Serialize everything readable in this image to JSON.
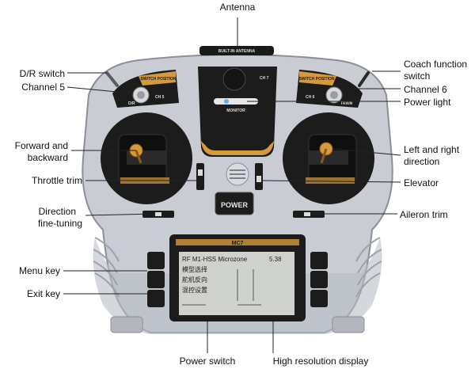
{
  "colors": {
    "body": "#c9ccd2",
    "body_dark": "#8b8f96",
    "panel": "#1c1c1c",
    "accent": "#d79a3a",
    "screen": "#cfd2cc",
    "leader": "#222222",
    "power_light": "#56b4ff"
  },
  "labels": {
    "antenna": "Antenna",
    "dr_switch": "D/R switch",
    "channel5": "Channel 5",
    "coach_line1": "Coach function",
    "coach_line2": "switch",
    "channel6": "Channel 6",
    "power_light": "Power light",
    "forward_line1": "Forward and",
    "forward_line2": "backward",
    "left_right_line1": "Left and right",
    "left_right_line2": "direction",
    "throttle_trim": "Throttle trim",
    "elevator": "Elevator",
    "direction_line1": "Direction",
    "direction_line2": "fine-tuning",
    "aileron_trim": "Aileron trim",
    "menu_key": "Menu key",
    "exit_key": "Exit key",
    "power_switch": "Power switch",
    "display": "High resolution display"
  },
  "device": {
    "antenna_text": "BUILT-IN ANTENNA",
    "left_badge": "SWITCH POSITION",
    "right_badge": "SWITCH POSITION",
    "ch5": "CH 5",
    "dr": "D/R",
    "ch6": "CH 6",
    "train": "TRAIN",
    "ch7": "CH 7",
    "monitor": "MONITOR",
    "power_button": "POWER",
    "model": "MC7",
    "screen_line1": "RF M1-HSS Microzone",
    "screen_line1_right": "5.38",
    "screen_line2": "模型选择",
    "screen_line3": "舵机反向",
    "screen_line4": "混控设置"
  }
}
